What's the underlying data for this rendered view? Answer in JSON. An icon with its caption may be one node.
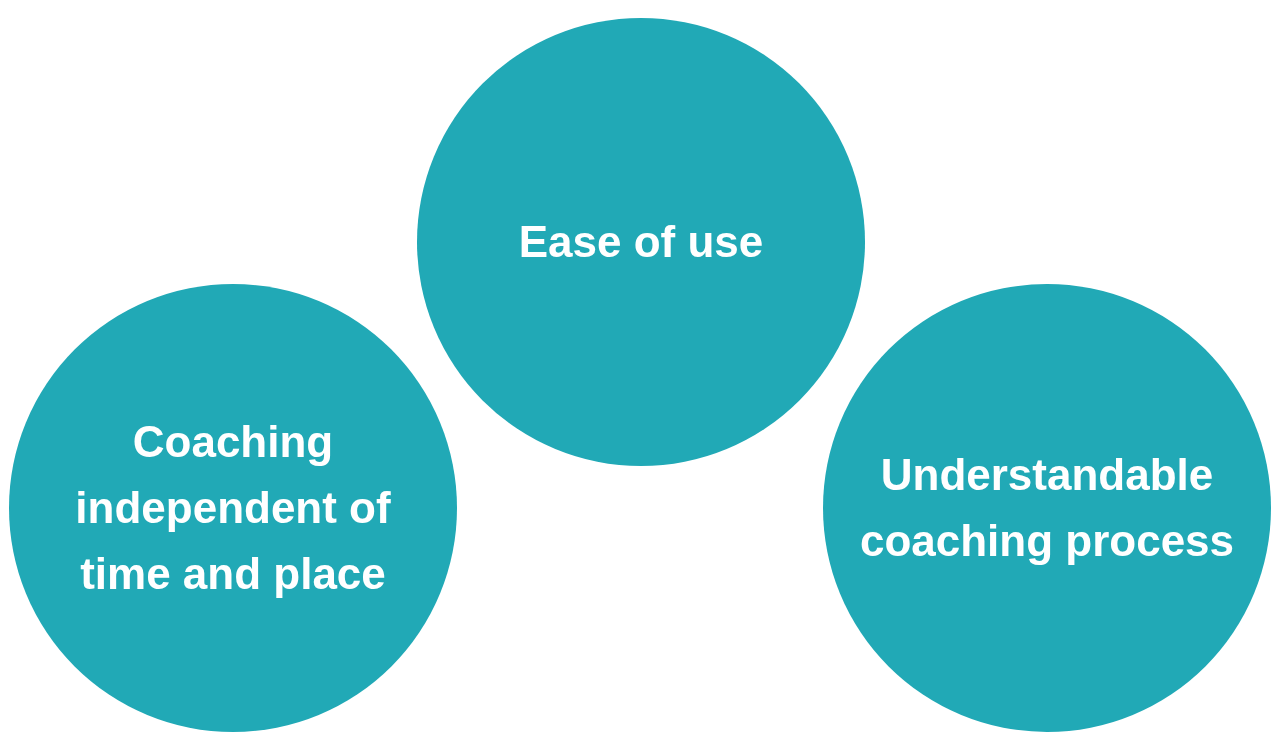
{
  "diagram": {
    "nodes": [
      {
        "text": [
          "Ease of use"
        ]
      },
      {
        "text": [
          "Coaching independent of time and place"
        ]
      },
      {
        "text": [
          "Understandable coaching process"
        ]
      }
    ]
  }
}
